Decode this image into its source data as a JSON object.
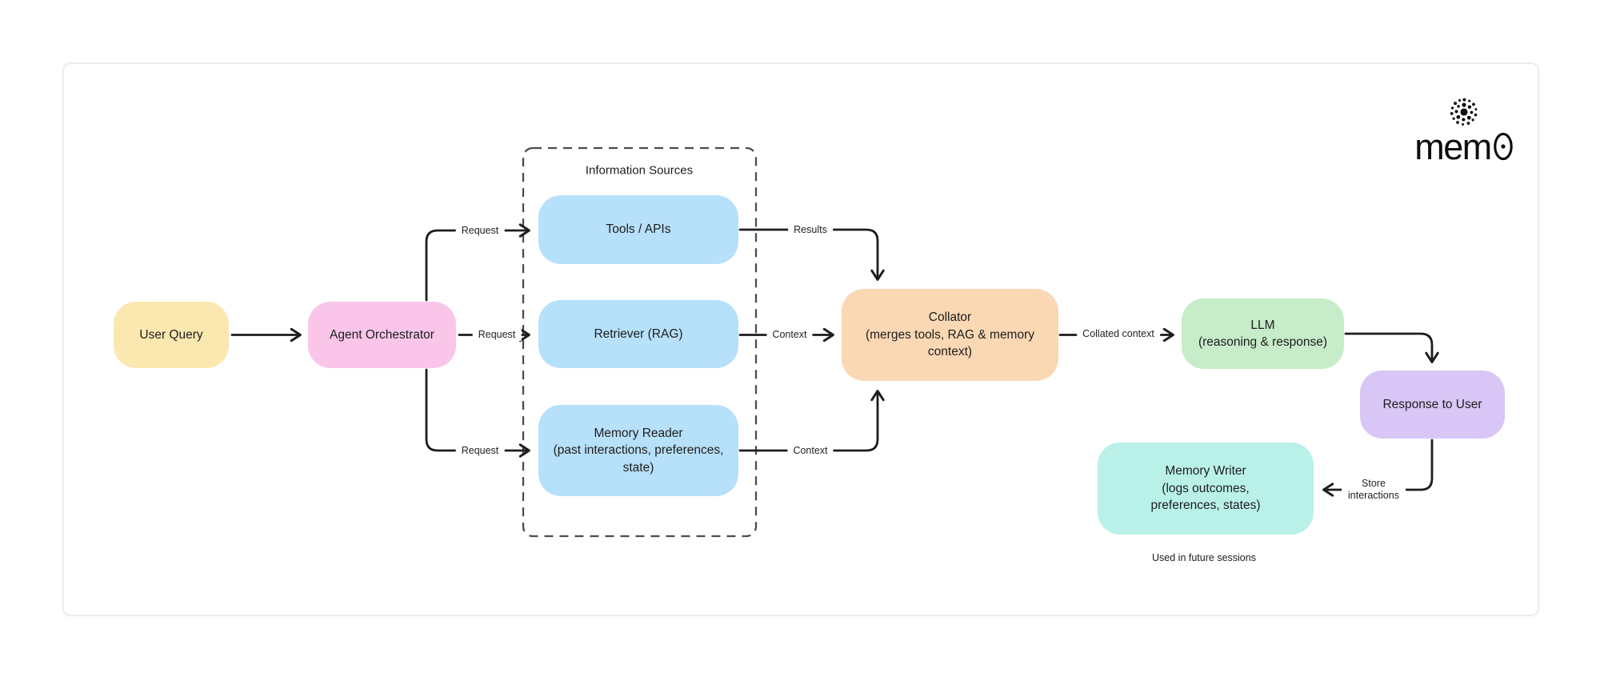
{
  "logo": {
    "icon": "mem0-dots-icon",
    "wordmark_prefix": "mem",
    "wordmark_full": "mem0"
  },
  "group": {
    "label": "Information Sources"
  },
  "nodes": {
    "user_query": {
      "line1": "User Query",
      "color": "#FBE7B0"
    },
    "orchestrator": {
      "line1": "Agent Orchestrator",
      "color": "#F9C6EA"
    },
    "tools": {
      "line1": "Tools / APIs",
      "color": "#B7E0FA"
    },
    "retriever": {
      "line1": "Retriever (RAG)",
      "color": "#B7E0FA"
    },
    "memory_reader": {
      "line1": "Memory Reader",
      "line2": "(past interactions, preferences,",
      "line3": "state)",
      "color": "#B7E0FA"
    },
    "collator": {
      "line1": "Collator",
      "line2": "(merges tools, RAG & memory",
      "line3": "context)",
      "color": "#FAD8B4"
    },
    "llm": {
      "line1": "LLM",
      "line2": "(reasoning & response)",
      "color": "#C6ECC9"
    },
    "response": {
      "line1": "Response to User",
      "color": "#D8C6F6"
    },
    "memory_writer": {
      "line1": "Memory Writer",
      "line2": "(logs outcomes,",
      "line3": "preferences, states)",
      "color": "#B9F1E8"
    }
  },
  "edges": {
    "request_tools": {
      "label": "Request"
    },
    "request_retriever": {
      "label": "Request"
    },
    "request_memory": {
      "label": "Request"
    },
    "results": {
      "label": "Results"
    },
    "context_rag": {
      "label": "Context"
    },
    "context_memory": {
      "label": "Context"
    },
    "collated_context": {
      "label": "Collated context"
    },
    "store_interactions": {
      "line1": "Store",
      "line2": "interactions"
    }
  },
  "notes": {
    "future_sessions": "Used in future sessions"
  },
  "style": {
    "line_color": "#1d1d1d",
    "dashed_border_color": "#4c4c4c",
    "card_border_color": "#ececec"
  }
}
